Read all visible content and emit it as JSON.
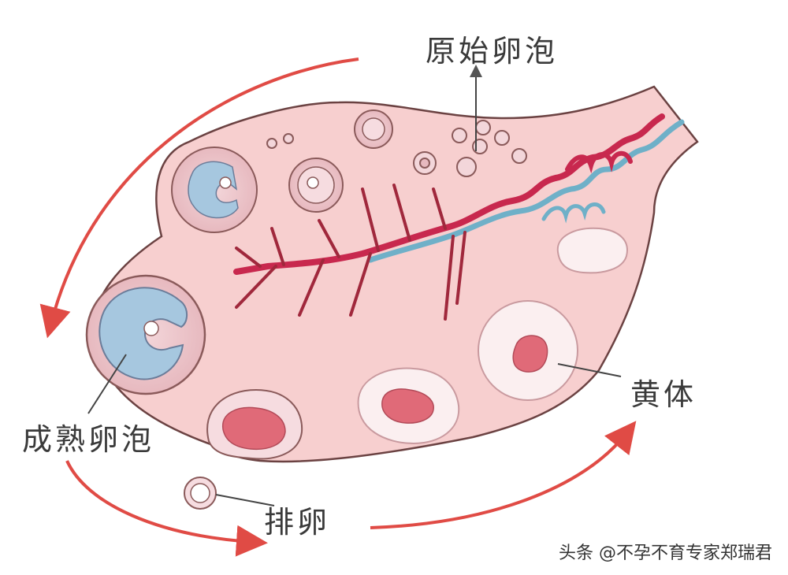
{
  "labels": {
    "primordial_follicle": "原始卵泡",
    "mature_follicle": "成熟卵泡",
    "ovulation": "排卵",
    "corpus_luteum": "黄体"
  },
  "watermark": "头条 @不孕不育专家郑瑞君",
  "colors": {
    "ovary_fill": "#f7cfcf",
    "ovary_stroke": "#6b4242",
    "cycle_arrow": "#e04b45",
    "artery": "#c8284e",
    "vein": "#6fb0c8",
    "follicle_fluid": "#a6c7df",
    "corpus_core": "#e06a78"
  }
}
